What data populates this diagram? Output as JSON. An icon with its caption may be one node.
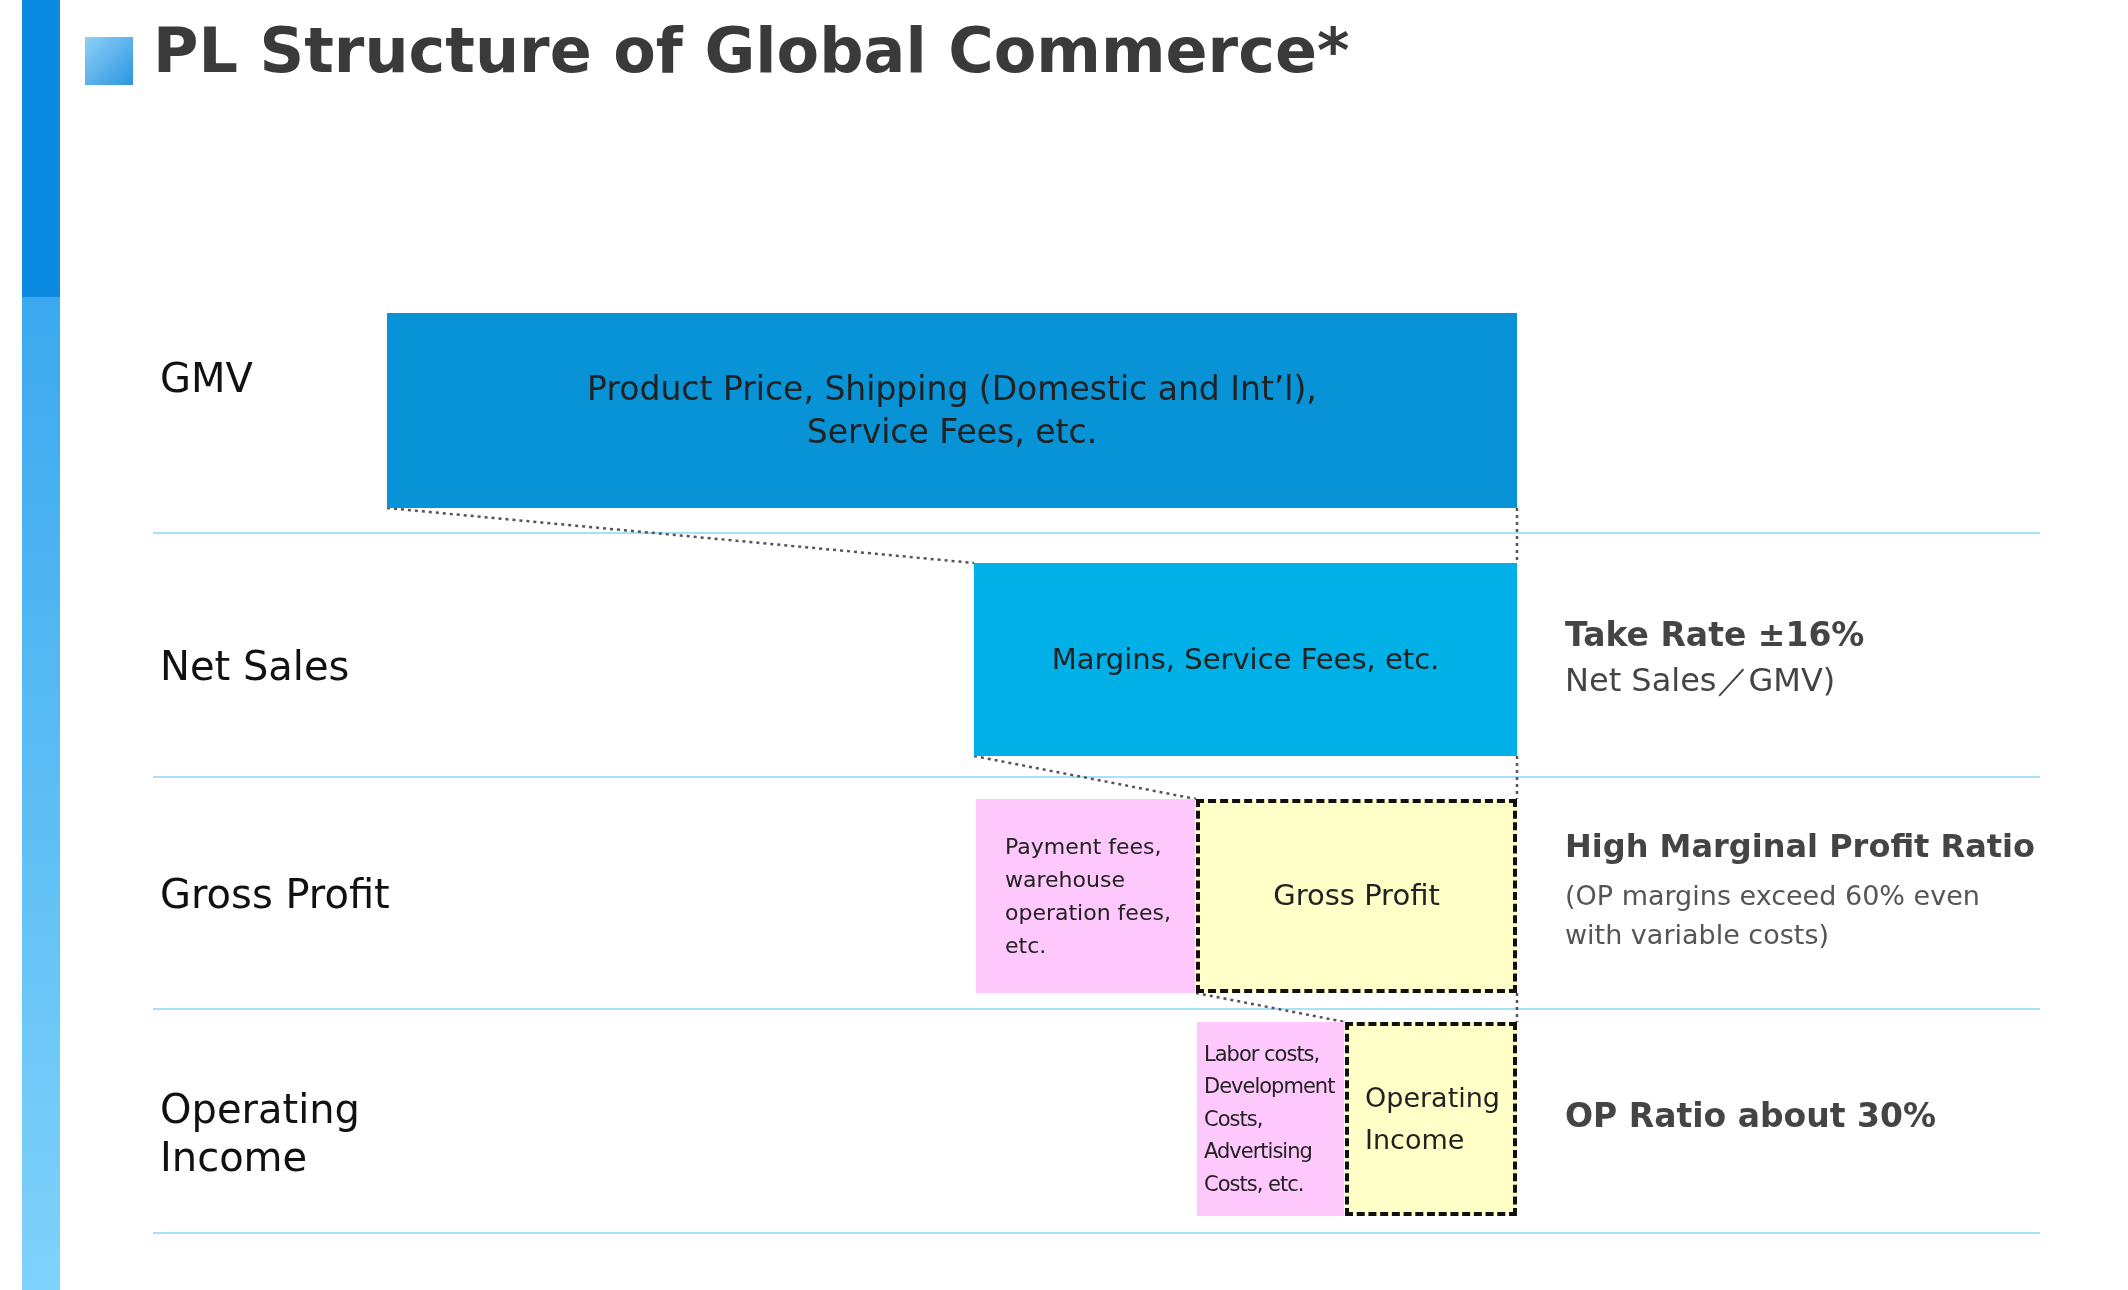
{
  "diagram": {
    "title": "PL Structure of Global Commerce*",
    "nodes": [
      {
        "text": [
          "Product Price, Shipping (Domestic and Int’l), Service Fees, etc."
        ]
      },
      {
        "text": [
          "Margins, Service Fees, etc."
        ]
      },
      {
        "text": [
          "Payment fees, warehouse operation fees, etc."
        ]
      },
      {
        "text": [
          "Gross Profit"
        ]
      },
      {
        "text": [
          "Labor costs, Development Costs, Advertising Costs, etc."
        ]
      },
      {
        "text": [
          "Operating Income"
        ]
      },
      {
        "text": [],
        "shape": "bar"
      }
    ],
    "edges": [
      {
        "from": 0,
        "to": 1,
        "arrow": "none",
        "style": "dashed"
      },
      {
        "from": 1,
        "to": 3,
        "arrow": "none",
        "style": "dashed"
      },
      {
        "from": 3,
        "to": 5,
        "arrow": "none",
        "style": "dashed"
      },
      {
        "from": 0,
        "to": 1,
        "arrow": "none",
        "style": "dashed"
      },
      {
        "from": 1,
        "to": 3,
        "arrow": "none",
        "style": "dashed"
      },
      {
        "from": 3,
        "to": 5,
        "arrow": "none",
        "style": "dashed"
      }
    ],
    "labels": [
      "GMV",
      "Net Sales",
      "Take Rate ±16%",
      "Net Sales／GMV)",
      "Gross Profit",
      "High Marginal Profit Ratio",
      "(OP margins exceed 60% even with variable costs)",
      "Operating Income",
      "OP Ratio about 30%"
    ]
  }
}
